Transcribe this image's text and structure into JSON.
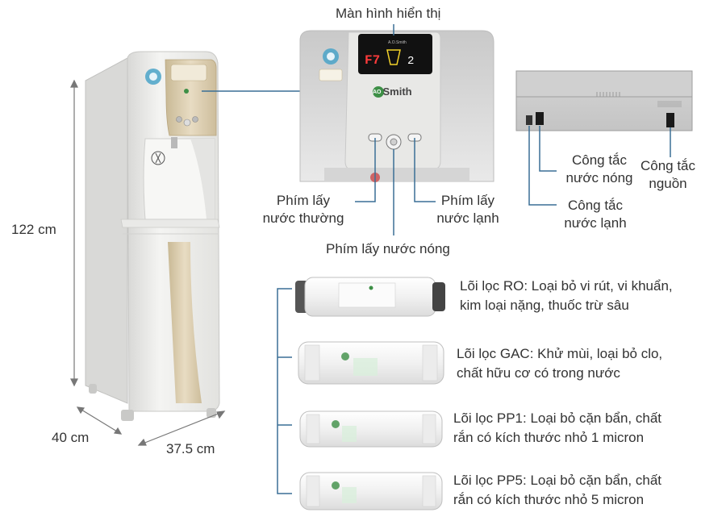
{
  "dimensions": {
    "height": "122 cm",
    "depth": "40 cm",
    "width": "37.5 cm"
  },
  "callouts": {
    "display": "Màn hình hiển thị",
    "normal_button": [
      "Phím lấy",
      "nước thường"
    ],
    "hot_button": "Phím lấy nước nóng",
    "cold_button": [
      "Phím lấy",
      "nước lạnh"
    ],
    "hot_switch": [
      "Công tắc",
      "nước nóng"
    ],
    "cold_switch": [
      "Công tắc",
      "nước lạnh"
    ],
    "power_switch": [
      "Công tắc",
      "nguồn"
    ]
  },
  "brand": {
    "logo_text": "Smith",
    "logo_prefix": "AO",
    "display_digits_left": "F7",
    "display_digits_right": "2"
  },
  "filters": [
    {
      "name": "ro",
      "lines": [
        "Lõi lọc RO: Loại bỏ vi rút, vi khuẩn,",
        "kim loại nặng, thuốc trừ sâu"
      ]
    },
    {
      "name": "gac",
      "lines": [
        "Lõi lọc GAC: Khử mùi, loại bỏ clo,",
        "chất hữu cơ có trong nước"
      ]
    },
    {
      "name": "pp1",
      "lines": [
        "Lõi lọc PP1: Loại bỏ cặn bẩn, chất",
        "rắn có kích thước nhỏ 1 micron"
      ]
    },
    {
      "name": "pp5",
      "lines": [
        "Lõi lọc PP5: Loại bỏ cặn bẩn, chất",
        "rắn có kích thước nhỏ 5 micron"
      ]
    }
  ],
  "colors": {
    "body": "#eeeeec",
    "panel_gold": "#d9cbb0",
    "leader_line": "#3a6f95",
    "dimension_line": "#777777",
    "display_bg": "#111111",
    "display_red": "#ff3b3b",
    "display_yellow": "#f3d22a"
  }
}
